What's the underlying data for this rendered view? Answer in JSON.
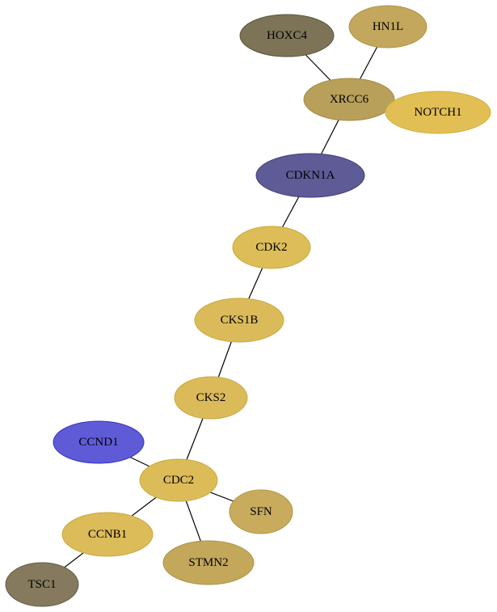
{
  "nodes": [
    {
      "id": "HOXC4",
      "label": "HOXC4",
      "fill": "#7d7356",
      "stroke": "#5d5540"
    },
    {
      "id": "HN1L",
      "label": "HN1L",
      "fill": "#c2a75c",
      "stroke": "#b0974c"
    },
    {
      "id": "XRCC6",
      "label": "XRCC6",
      "fill": "#b8a05b",
      "stroke": "#a28b45"
    },
    {
      "id": "NOTCH1",
      "label": "NOTCH1",
      "fill": "#e2bf54",
      "stroke": "#d0ae42"
    },
    {
      "id": "CDKN1A",
      "label": "CDKN1A",
      "fill": "#5e5b96",
      "stroke": "#403e78"
    },
    {
      "id": "CDK2",
      "label": "CDK2",
      "fill": "#dcbd58",
      "stroke": "#c9a940"
    },
    {
      "id": "CKS1B",
      "label": "CKS1B",
      "fill": "#dbbb59",
      "stroke": "#c9a940"
    },
    {
      "id": "CKS2",
      "label": "CKS2",
      "fill": "#dbbb59",
      "stroke": "#c9a940"
    },
    {
      "id": "CCND1",
      "label": "CCND1",
      "fill": "#5f5bd7",
      "stroke": "#3532c4"
    },
    {
      "id": "CDC2",
      "label": "CDC2",
      "fill": "#dcbc58",
      "stroke": "#c9a940"
    },
    {
      "id": "SFN",
      "label": "SFN",
      "fill": "#c8ab5c",
      "stroke": "#b49848"
    },
    {
      "id": "CCNB1",
      "label": "CCNB1",
      "fill": "#dcbb59",
      "stroke": "#c9a940"
    },
    {
      "id": "STMN2",
      "label": "STMN2",
      "fill": "#c3a75a",
      "stroke": "#ae9446"
    },
    {
      "id": "TSC1",
      "label": "TSC1",
      "fill": "#857a5d",
      "stroke": "#665d45"
    }
  ],
  "edges": [
    {
      "source": "HOXC4",
      "target": "XRCC6"
    },
    {
      "source": "HN1L",
      "target": "XRCC6"
    },
    {
      "source": "XRCC6",
      "target": "CDKN1A"
    },
    {
      "source": "CDKN1A",
      "target": "CDK2"
    },
    {
      "source": "CDK2",
      "target": "CKS1B"
    },
    {
      "source": "CKS1B",
      "target": "CKS2"
    },
    {
      "source": "CKS2",
      "target": "CDC2"
    },
    {
      "source": "CCND1",
      "target": "CDC2"
    },
    {
      "source": "CDC2",
      "target": "SFN"
    },
    {
      "source": "CDC2",
      "target": "CCNB1"
    },
    {
      "source": "CDC2",
      "target": "STMN2"
    },
    {
      "source": "CCNB1",
      "target": "TSC1"
    }
  ]
}
